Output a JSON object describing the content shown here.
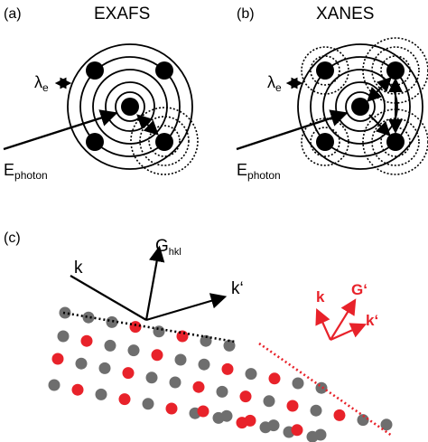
{
  "panels": {
    "a": {
      "tag": "(a)",
      "title": "EXAFS"
    },
    "b": {
      "tag": "(b)",
      "title": "XANES"
    },
    "c": {
      "tag": "(c)"
    }
  },
  "symbols": {
    "wavelength": "λ",
    "wavelength_sub": "e",
    "photon": "E",
    "photon_sub": "photon",
    "k": "k",
    "k_prime": "k‘",
    "G": "G",
    "G_sub": "hkl",
    "G_prime": "G‘"
  },
  "colors": {
    "red_atom": "#e8222a",
    "grey_atom": "#6e6e6e",
    "black": "#000000"
  }
}
